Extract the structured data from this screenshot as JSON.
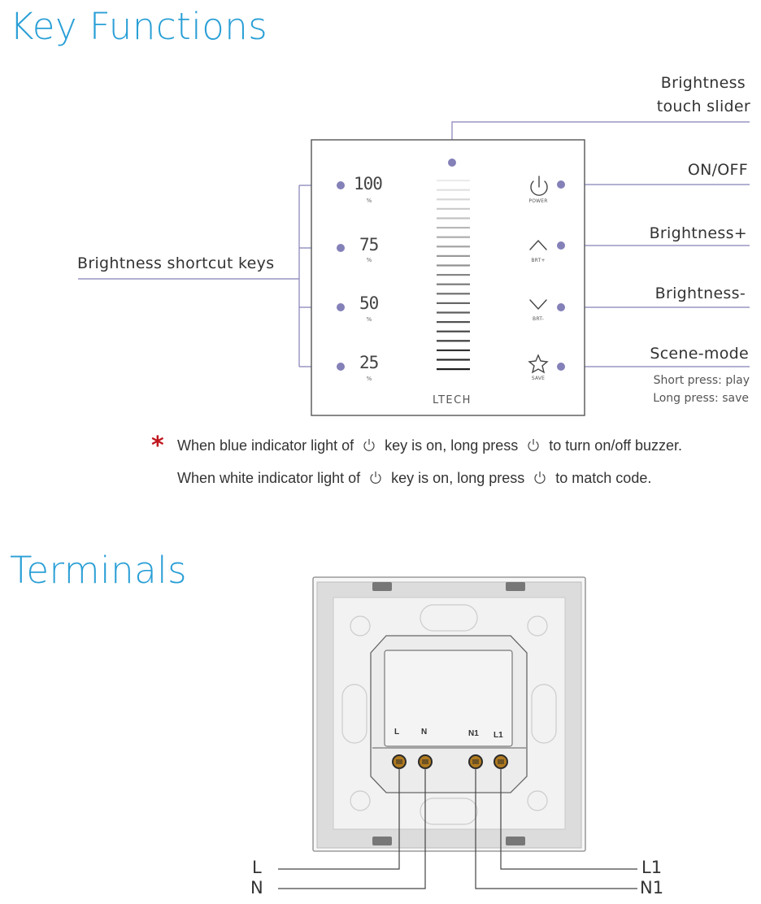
{
  "sections": {
    "key_functions_title": "Key Functions",
    "terminals_title": "Terminals"
  },
  "callouts": {
    "brightness_slider_line1": "Brightness",
    "brightness_slider_line2": "touch slider",
    "on_off": "ON/OFF",
    "brightness_plus": "Brightness+",
    "brightness_minus": "Brightness-",
    "scene_mode": "Scene-mode",
    "scene_short": "Short press: play",
    "scene_long": "Long press: save",
    "shortcut_keys": "Brightness shortcut keys"
  },
  "panel": {
    "keys_left": [
      {
        "value": "100",
        "unit": "%"
      },
      {
        "value": "75",
        "unit": "%"
      },
      {
        "value": "50",
        "unit": "%"
      },
      {
        "value": "25",
        "unit": "%"
      }
    ],
    "keys_right": [
      {
        "icon": "power-icon",
        "label": "POWER"
      },
      {
        "icon": "chevron-up-icon",
        "label": "BRT+"
      },
      {
        "icon": "chevron-down-icon",
        "label": "BRT-"
      },
      {
        "icon": "star-icon",
        "label": "SAVE"
      }
    ],
    "brand": "LTECH"
  },
  "notes": {
    "asterisk": "*",
    "line1_a": "When blue indicator light of",
    "line1_b": "key is on, long press",
    "line1_c": "to turn on/off buzzer.",
    "line2_a": "When white indicator light of",
    "line2_b": "key is on, long press",
    "line2_c": "to match code."
  },
  "terminals": {
    "labels": [
      "L",
      "N",
      "N1",
      "L1"
    ],
    "wires_left": [
      "L",
      "N"
    ],
    "wires_right": [
      "L1",
      "N1"
    ]
  },
  "colors": {
    "title_blue": "#2a9fd6",
    "callout_purple": "#8480b8",
    "asterisk_red": "#c0161f"
  }
}
